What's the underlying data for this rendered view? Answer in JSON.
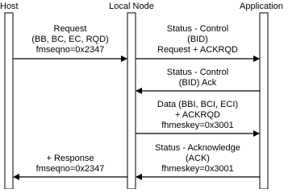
{
  "participants": {
    "host": "Host",
    "local_node": "Local Node",
    "application": "Application"
  },
  "messages": [
    {
      "lines": [
        "Request",
        "(BB, BC, EC, RQD)",
        "fmseqno=0x2347"
      ]
    },
    {
      "lines": [
        "Status - Control",
        "(BID)",
        "Request + ACKRQD"
      ]
    },
    {
      "lines": [
        "Status - Control",
        "(BID) Ack"
      ]
    },
    {
      "lines": [
        "Data (BBI, BCI, ECI)",
        "+ ACKRQD",
        "fhmeskey=0x3001"
      ]
    },
    {
      "lines": [
        "+ Response",
        "fmseqno=0x2347"
      ]
    },
    {
      "lines": [
        "Status - Acknowledge",
        "(ACK)",
        "fhmeskey=0x3001"
      ]
    }
  ],
  "colors": {
    "line": "#000000",
    "lifeline_fill": "#ffffff"
  }
}
